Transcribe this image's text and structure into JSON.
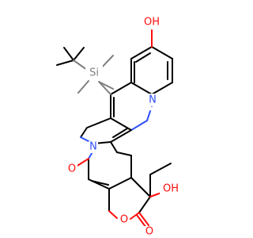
{
  "molecule": {
    "atoms": {
      "si_label": "Si",
      "n_label": "N",
      "o_hydroxyl_top": "OH",
      "o_hydroxyl_bottom": "OH",
      "o_carbonyl_left": "O",
      "o_ring": "O",
      "o_carbonyl_right": "O",
      "n_amide": "N"
    },
    "colors": {
      "carbon": "#000000",
      "oxygen": "#ff0d0d",
      "nitrogen": "#3050f8",
      "silicon": "#7f7f7f"
    }
  }
}
